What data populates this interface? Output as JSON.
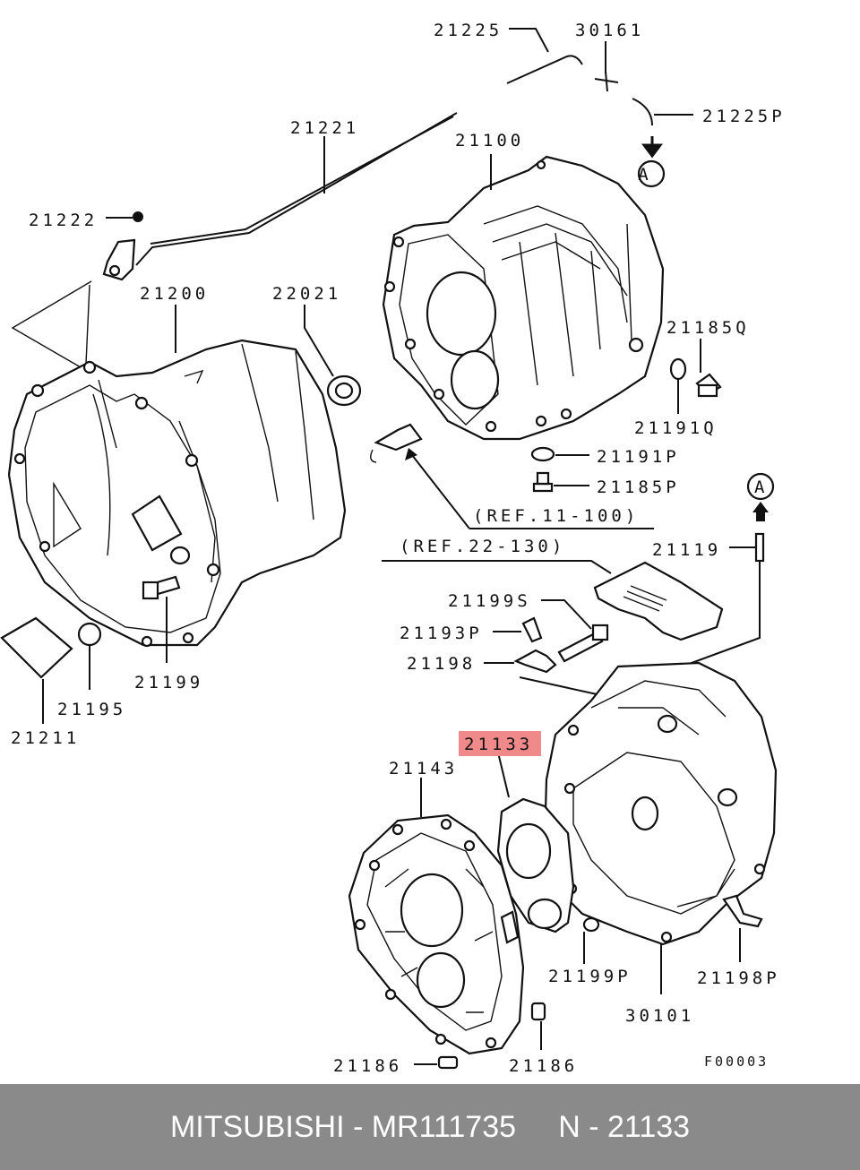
{
  "labels": {
    "p21225": "21225",
    "p30161": "30161",
    "p21225P": "21225P",
    "p21221": "21221",
    "p21100": "21100",
    "p21222": "21222",
    "p21200": "21200",
    "p22021": "22021",
    "p21185Q": "21185Q",
    "p21191Q": "21191Q",
    "p21191P": "21191P",
    "p21185P": "21185P",
    "ref11": "(REF.11-100)",
    "ref22": "(REF.22-130)",
    "p21119": "21119",
    "p21199S": "21199S",
    "p21193P": "21193P",
    "p21198": "21198",
    "p21199": "21199",
    "p21195": "21195",
    "p21211": "21211",
    "p21133": "21133",
    "p21143": "21143",
    "p21199P": "21199P",
    "p21198P": "21198P",
    "p30101": "30101",
    "p21186a": "21186",
    "p21186b": "21186",
    "fig": "F00003",
    "markerA1": "A",
    "markerA2": "A"
  },
  "highlight": {
    "part": "21133",
    "color": "#f08a8a"
  },
  "footer": {
    "text": "MITSUBISHI - MR111735     N - 21133"
  }
}
